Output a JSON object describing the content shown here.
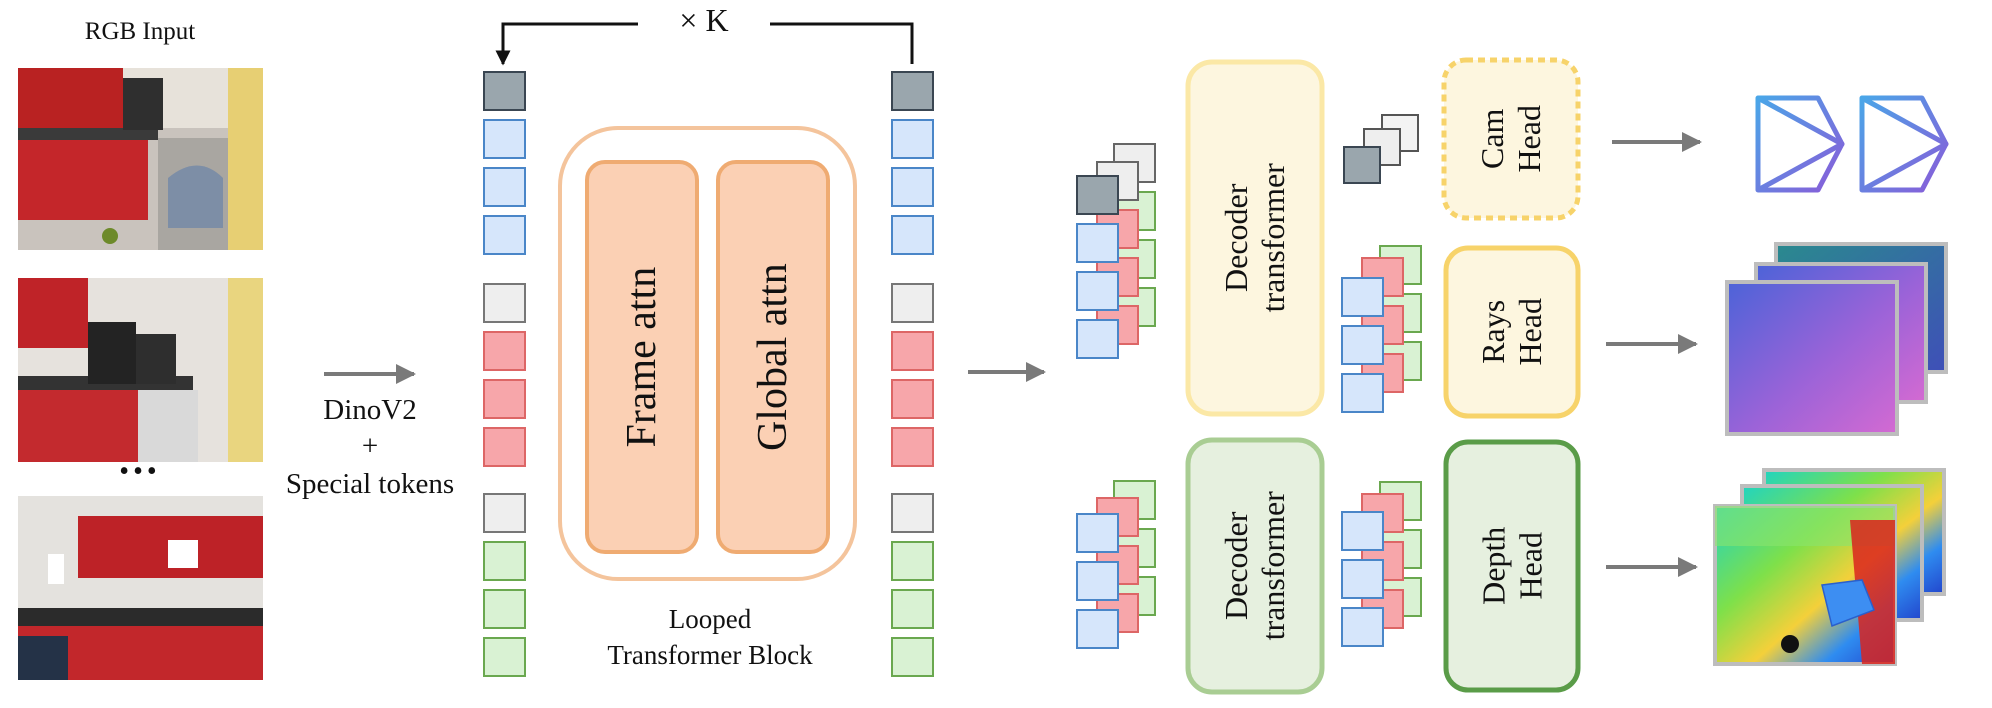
{
  "input": {
    "title": "RGB Input",
    "ellipsis": "•••",
    "encoder_line1": "DinoV2",
    "encoder_line2": "+",
    "encoder_line3": "Special tokens"
  },
  "loop": {
    "repeat_label": "× K",
    "attn1": "Frame attn",
    "attn2": "Global attn",
    "caption_line1": "Looped",
    "caption_line2": "Transformer Block"
  },
  "decoders": {
    "top_line1": "Decoder",
    "top_line2": "transformer",
    "bottom_line1": "Decoder",
    "bottom_line2": "transformer"
  },
  "heads": {
    "cam_line1": "Cam",
    "cam_line2": "Head",
    "rays_line1": "Rays",
    "rays_line2": "Head",
    "depth_line1": "Depth",
    "depth_line2": "Head"
  },
  "colors": {
    "camera_token": "#9aa6ad",
    "register_token": "#eeeeee",
    "patch_token_blue": "#d6e6fb",
    "patch_token_red": "#f7a6aa",
    "patch_token_green": "#d9f2d3",
    "loop_block": "#fbd0b4",
    "decoder_yellow": "#fdf6df",
    "decoder_green": "#e6f0df",
    "depth_head_border": "#5a9c48"
  }
}
